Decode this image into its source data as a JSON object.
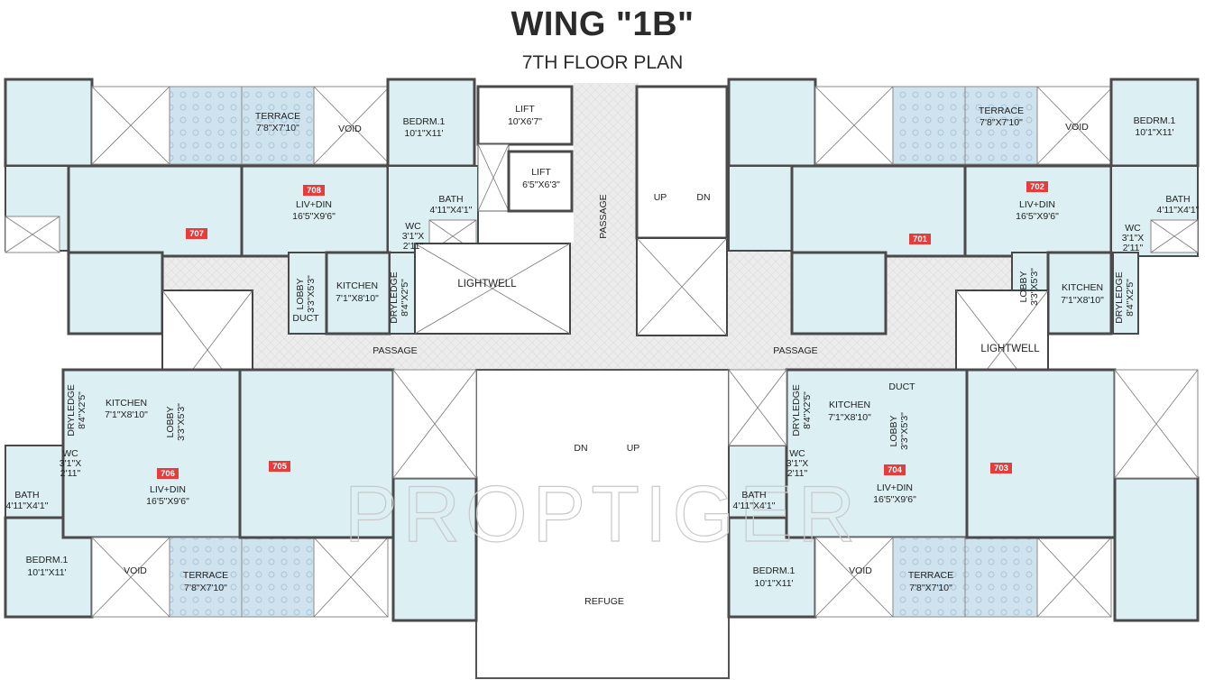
{
  "title": "WING \"1B\"",
  "subtitle": "7TH FLOOR PLAN",
  "watermark": "PROPTIGER",
  "colors": {
    "room": "#dceff2",
    "wall": "#4a4a4a",
    "passage": "#e8e8e8",
    "terrace": "#d2e4ee",
    "badge": "#e63c3c"
  },
  "units": {
    "u701": "701",
    "u702": "702",
    "u703": "703",
    "u704": "704",
    "u705": "705",
    "u706": "706",
    "u707": "707",
    "u708": "708"
  },
  "rooms": {
    "terrace": "TERRACE",
    "terrace_size": "7'8\"X7'10\"",
    "void": "VOID",
    "bedroom": "BEDRM.1",
    "bedroom_size": "10'1\"X11'",
    "bath": "BATH",
    "bath_size": "4'11\"X4'1\"",
    "wc": "WC",
    "wc_size_a": "3'1\"X",
    "wc_size_b": "2'11\"",
    "livdin": "LIV+DIN",
    "livdin_size": "16'5\"X9'6\"",
    "kitchen": "KITCHEN",
    "kitchen_size": "7'1\"X8'10\"",
    "lobby": "LOBBY",
    "lobby_size": "3'3\"X5'3\"",
    "dryledge": "DRYLEDGE",
    "dryledge_size": "8'4\"X2'5\"",
    "duct": "DUCT",
    "lift": "LIFT",
    "lift1_size": "10'X6'7\"",
    "lift2_size": "6'5\"X6'3\"",
    "lightwell": "LIGHTWELL",
    "passage": "PASSAGE",
    "refuge": "REFUGE",
    "up": "UP",
    "dn": "DN"
  }
}
